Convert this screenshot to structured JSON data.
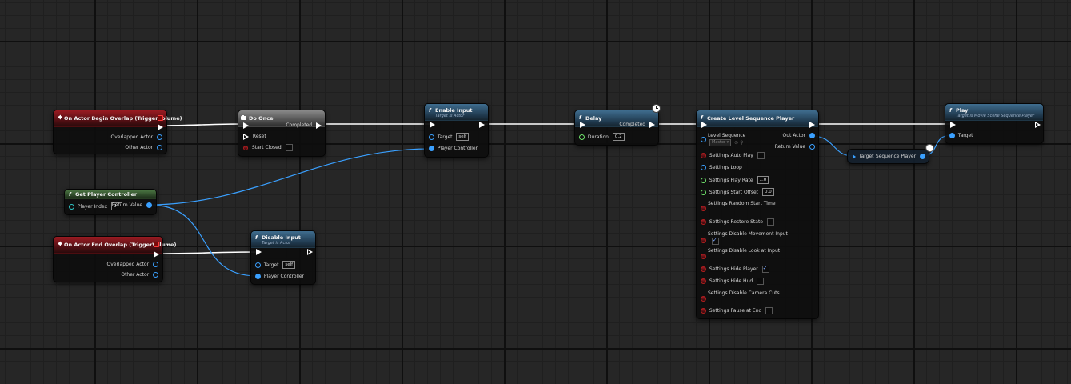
{
  "colors": {
    "exec_wire": "#ffffff",
    "object_wire": "#3aa0ff",
    "event_header": "#9b1b22",
    "function_header": "#3f6d8f",
    "macro_header": "#8a8a8a",
    "pure_header": "#4e7a45"
  },
  "nodes": {
    "begin_overlap": {
      "title": "On Actor Begin Overlap (TriggerVolume)",
      "pins": [
        "Overlapped Actor",
        "Other Actor"
      ]
    },
    "do_once": {
      "title": "Do Once",
      "completed": "Completed",
      "reset": "Reset",
      "start_closed": "Start Closed"
    },
    "enable_input": {
      "title": "Enable Input",
      "subtitle": "Target is Actor",
      "target": "Target",
      "target_value": "self",
      "player_controller": "Player Controller"
    },
    "delay": {
      "title": "Delay",
      "completed": "Completed",
      "duration": "Duration",
      "duration_value": "0.2"
    },
    "create_lsp": {
      "title": "Create Level Sequence Player",
      "level_sequence": "Level Sequence",
      "level_sequence_value": "Master",
      "out_actor": "Out Actor",
      "return_value": "Return Value",
      "settings": [
        {
          "label": "Settings Auto Play",
          "widget": "check",
          "value": ""
        },
        {
          "label": "Settings Loop",
          "widget": "none",
          "value": ""
        },
        {
          "label": "Settings Play Rate",
          "widget": "box",
          "value": "1.0"
        },
        {
          "label": "Settings Start Offset",
          "widget": "box",
          "value": "0.0"
        },
        {
          "label": "Settings Random Start Time",
          "widget": "none",
          "value": ""
        },
        {
          "label": "Settings Restore State",
          "widget": "check",
          "value": ""
        },
        {
          "label": "Settings Disable Movement Input",
          "widget": "checkbelow",
          "value": "on"
        },
        {
          "label": "Settings Disable Look at Input",
          "widget": "none",
          "value": ""
        },
        {
          "label": "Settings Hide Player",
          "widget": "check",
          "value": "on"
        },
        {
          "label": "Settings Hide Hud",
          "widget": "check",
          "value": ""
        },
        {
          "label": "Settings Disable Camera Cuts",
          "widget": "none",
          "value": ""
        },
        {
          "label": "Settings Pause at End",
          "widget": "check",
          "value": ""
        }
      ]
    },
    "cast": {
      "target": "Target",
      "sequence_player": "Sequence Player"
    },
    "play": {
      "title": "Play",
      "subtitle": "Target is Movie Scene Sequence Player",
      "target": "Target"
    },
    "get_pc": {
      "title": "Get Player Controller",
      "player_index": "Player Index",
      "player_index_value": "0",
      "return_value": "Return Value"
    },
    "end_overlap": {
      "title": "On Actor End Overlap (TriggerVolume)",
      "pins": [
        "Overlapped Actor",
        "Other Actor"
      ]
    },
    "disable_input": {
      "title": "Disable Input",
      "subtitle": "Target is Actor",
      "target": "Target",
      "target_value": "self",
      "player_controller": "Player Controller"
    }
  }
}
